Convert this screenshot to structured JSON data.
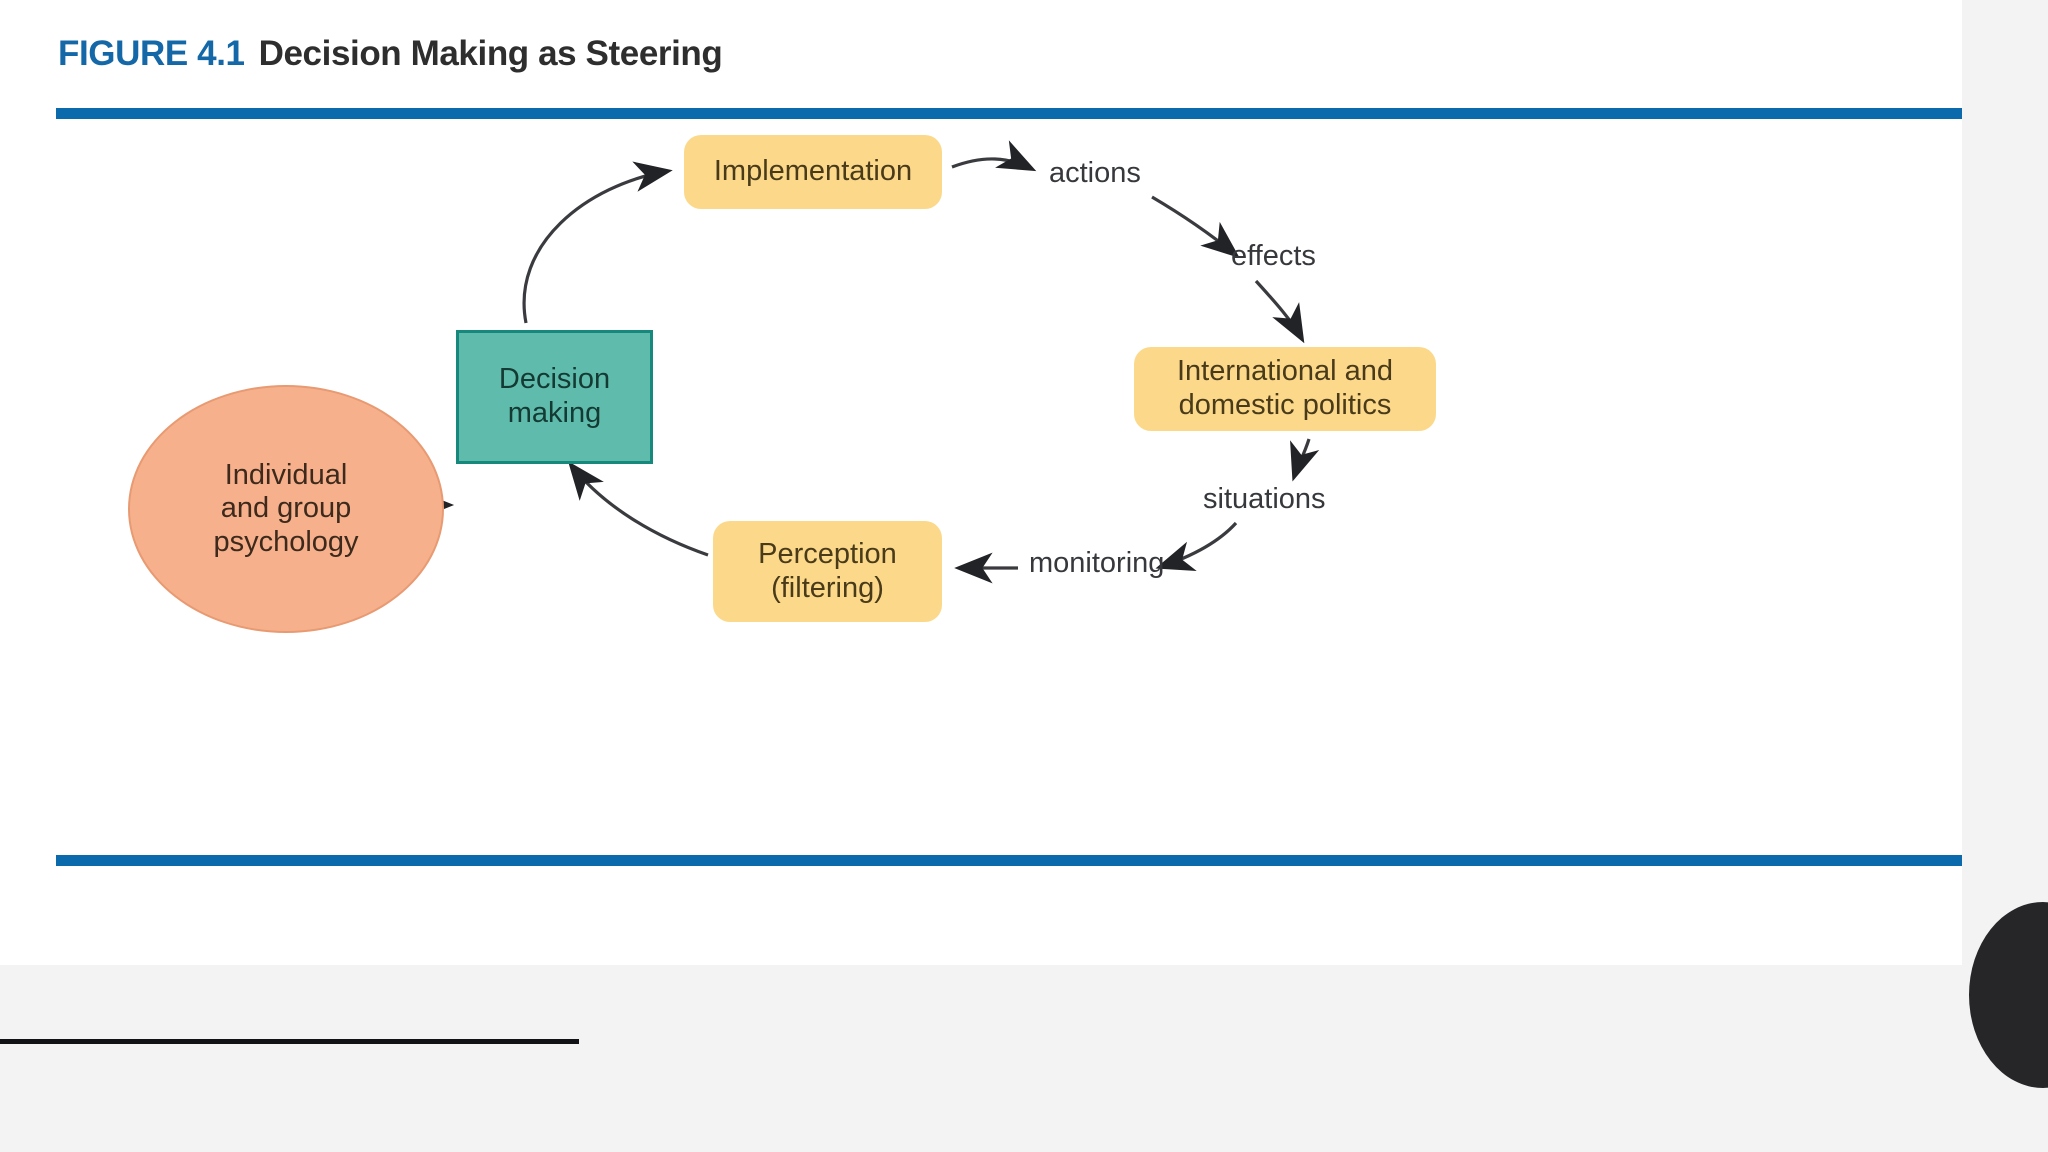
{
  "figure": {
    "number_label": "FIGURE 4.1",
    "title": "Decision Making as Steering",
    "accent_color": "#0b6aab",
    "title_color": "#2e2e2e"
  },
  "diagram": {
    "type": "cycle-flow",
    "nodes": [
      {
        "id": "psychology",
        "label": "Individual\nand group\npsychology",
        "shape": "ellipse",
        "fill": "#f6b18c",
        "stroke": "#e89a72"
      },
      {
        "id": "decision",
        "label": "Decision\nmaking",
        "shape": "rectangle",
        "fill": "#5fbcac",
        "stroke": "#17897c"
      },
      {
        "id": "implementation",
        "label": "Implementation",
        "shape": "rounded-rectangle",
        "fill": "#fcd98a",
        "stroke": "#fcd98a"
      },
      {
        "id": "politics",
        "label": "International and\ndomestic politics",
        "shape": "rounded-rectangle",
        "fill": "#fcd98a",
        "stroke": "#fcd98a"
      },
      {
        "id": "perception",
        "label": "Perception\n(filtering)",
        "shape": "rounded-rectangle",
        "fill": "#fcd98a",
        "stroke": "#fcd98a"
      }
    ],
    "edges": [
      {
        "from": "psychology",
        "to": "decision",
        "label": "",
        "style": "straight"
      },
      {
        "from": "decision",
        "to": "implementation",
        "label": "",
        "style": "curved"
      },
      {
        "from": "implementation",
        "to": "politics",
        "label": "actions",
        "style": "curved"
      },
      {
        "from": "implementation",
        "to": "politics",
        "label": "effects",
        "style": "curved"
      },
      {
        "from": "politics",
        "to": "perception",
        "label": "situations",
        "style": "curved"
      },
      {
        "from": "politics",
        "to": "perception",
        "label": "monitoring",
        "style": "straight"
      },
      {
        "from": "perception",
        "to": "decision",
        "label": "",
        "style": "curved"
      }
    ],
    "edge_labels": {
      "actions": "actions",
      "effects": "effects",
      "situations": "situations",
      "monitoring": "monitoring"
    },
    "arrow_color": "#222327"
  }
}
